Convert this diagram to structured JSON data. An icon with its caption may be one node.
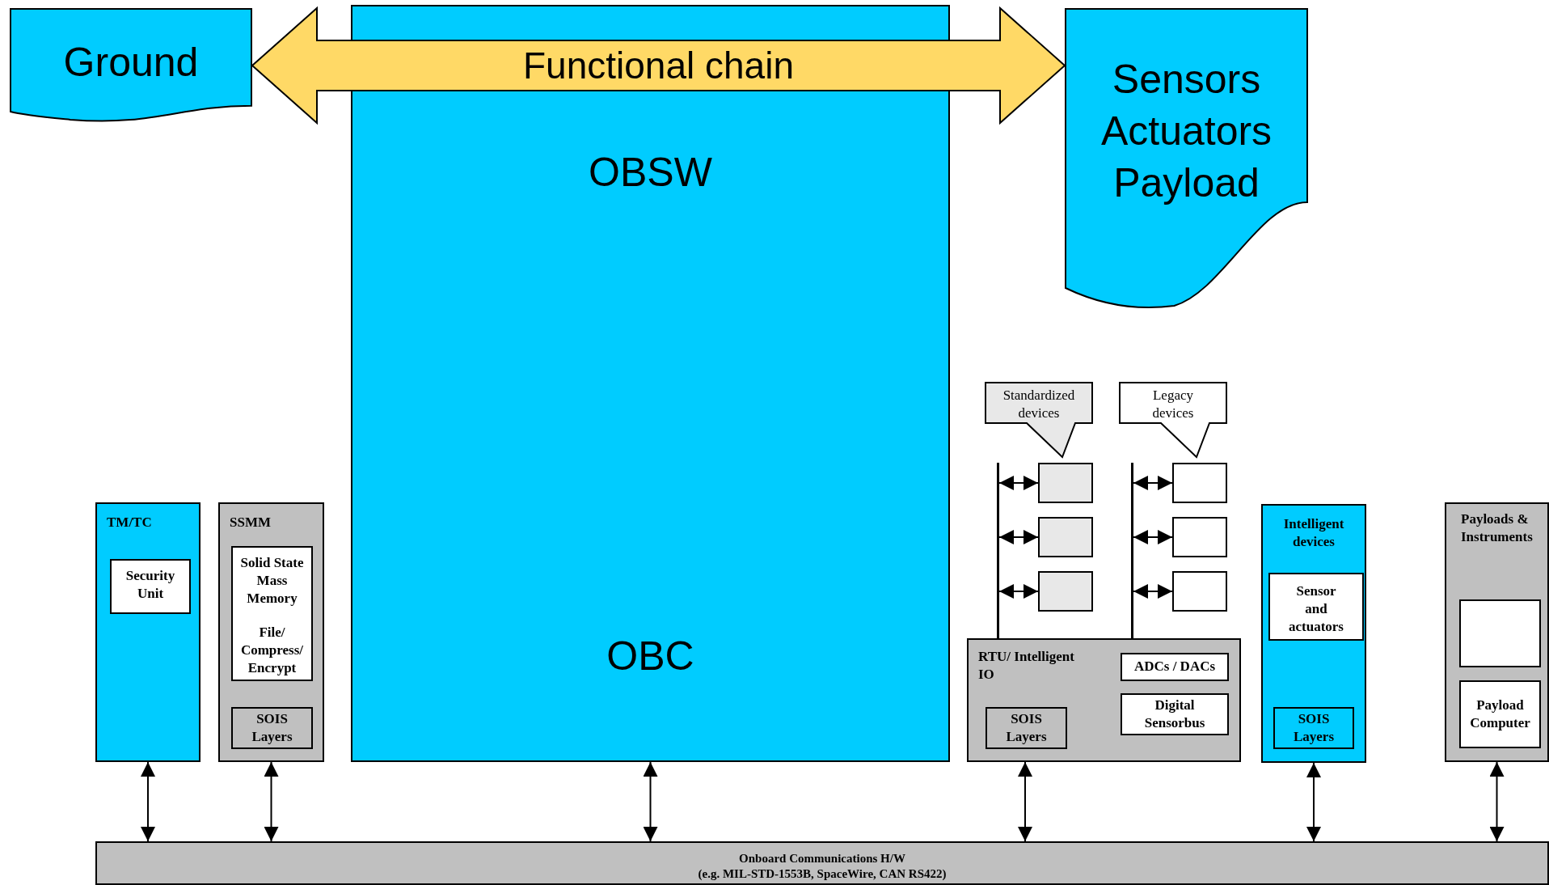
{
  "diagram": {
    "nodes": [
      {
        "text": [
          "Ground"
        ]
      },
      {
        "text": [
          "OBSW",
          "OBC"
        ]
      },
      {
        "text": [
          "Sensors Actuators Payload"
        ]
      },
      {
        "text": [
          "Standardized devices"
        ]
      },
      {
        "text": [
          "Legacy devices"
        ]
      },
      {
        "text": [],
        "shape": "bar"
      },
      {
        "text": [],
        "shape": "box"
      },
      {
        "text": [],
        "shape": "box"
      },
      {
        "text": [],
        "shape": "box"
      },
      {
        "text": [],
        "shape": "bar"
      },
      {
        "text": [],
        "shape": "box"
      },
      {
        "text": [],
        "shape": "box"
      },
      {
        "text": [],
        "shape": "box"
      },
      {
        "text": [
          "TM/TC"
        ]
      },
      {
        "text": [
          "Security Unit"
        ],
        "in": 13
      },
      {
        "text": [
          "SSMM"
        ]
      },
      {
        "text": [
          "Solid State Mass Memory",
          "File/ Compress/ Encrypt"
        ],
        "in": 15
      },
      {
        "text": [
          "SOIS Layers"
        ],
        "in": 15
      },
      {
        "text": [
          "RTU/ Intelligent IO"
        ]
      },
      {
        "text": [
          "ADCs / DACs"
        ],
        "in": 18
      },
      {
        "text": [
          "Digital Sensorbus"
        ],
        "in": 18
      },
      {
        "text": [
          "SOIS Layers"
        ],
        "in": 18
      },
      {
        "text": [
          "Intelligent devices"
        ]
      },
      {
        "text": [
          "Sensor and actuators"
        ],
        "in": 22
      },
      {
        "text": [
          "SOIS Layers"
        ],
        "in": 22
      },
      {
        "text": [
          "Payloads & Instruments"
        ]
      },
      {
        "text": [],
        "shape": "box",
        "in": 25
      },
      {
        "text": [
          "Payload Computer"
        ],
        "in": 25
      },
      {
        "text": [
          "Onboard Communications H/W",
          "(e.g. MIL-STD-1553B, SpaceWire, CAN RS422)"
        ]
      }
    ],
    "edges": [
      {
        "from": 0,
        "to": 2,
        "arrow": "both",
        "label": "Functional chain",
        "style": "thick"
      },
      {
        "from": 5,
        "to": 6,
        "arrow": "both"
      },
      {
        "from": 5,
        "to": 7,
        "arrow": "both"
      },
      {
        "from": 5,
        "to": 8,
        "arrow": "both"
      },
      {
        "from": 9,
        "to": 10,
        "arrow": "both"
      },
      {
        "from": 9,
        "to": 11,
        "arrow": "both"
      },
      {
        "from": 9,
        "to": 12,
        "arrow": "both"
      },
      {
        "from": 13,
        "to": 28,
        "arrow": "both"
      },
      {
        "from": 15,
        "to": 28,
        "arrow": "both"
      },
      {
        "from": 1,
        "to": 28,
        "arrow": "both"
      },
      {
        "from": 18,
        "to": 28,
        "arrow": "both"
      },
      {
        "from": 22,
        "to": 28,
        "arrow": "both"
      },
      {
        "from": 25,
        "to": 28,
        "arrow": "both"
      }
    ]
  }
}
